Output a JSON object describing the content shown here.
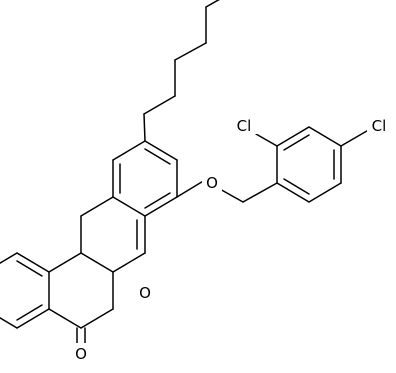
{
  "molecule": {
    "atom_labels": {
      "cl_ortho": "Cl",
      "cl_para": "Cl",
      "ether_oxygen": "O",
      "ring_oxygen": "O",
      "carbonyl_oxygen": "O"
    }
  },
  "colors": {
    "bond": "#000000",
    "background": "#ffffff"
  }
}
